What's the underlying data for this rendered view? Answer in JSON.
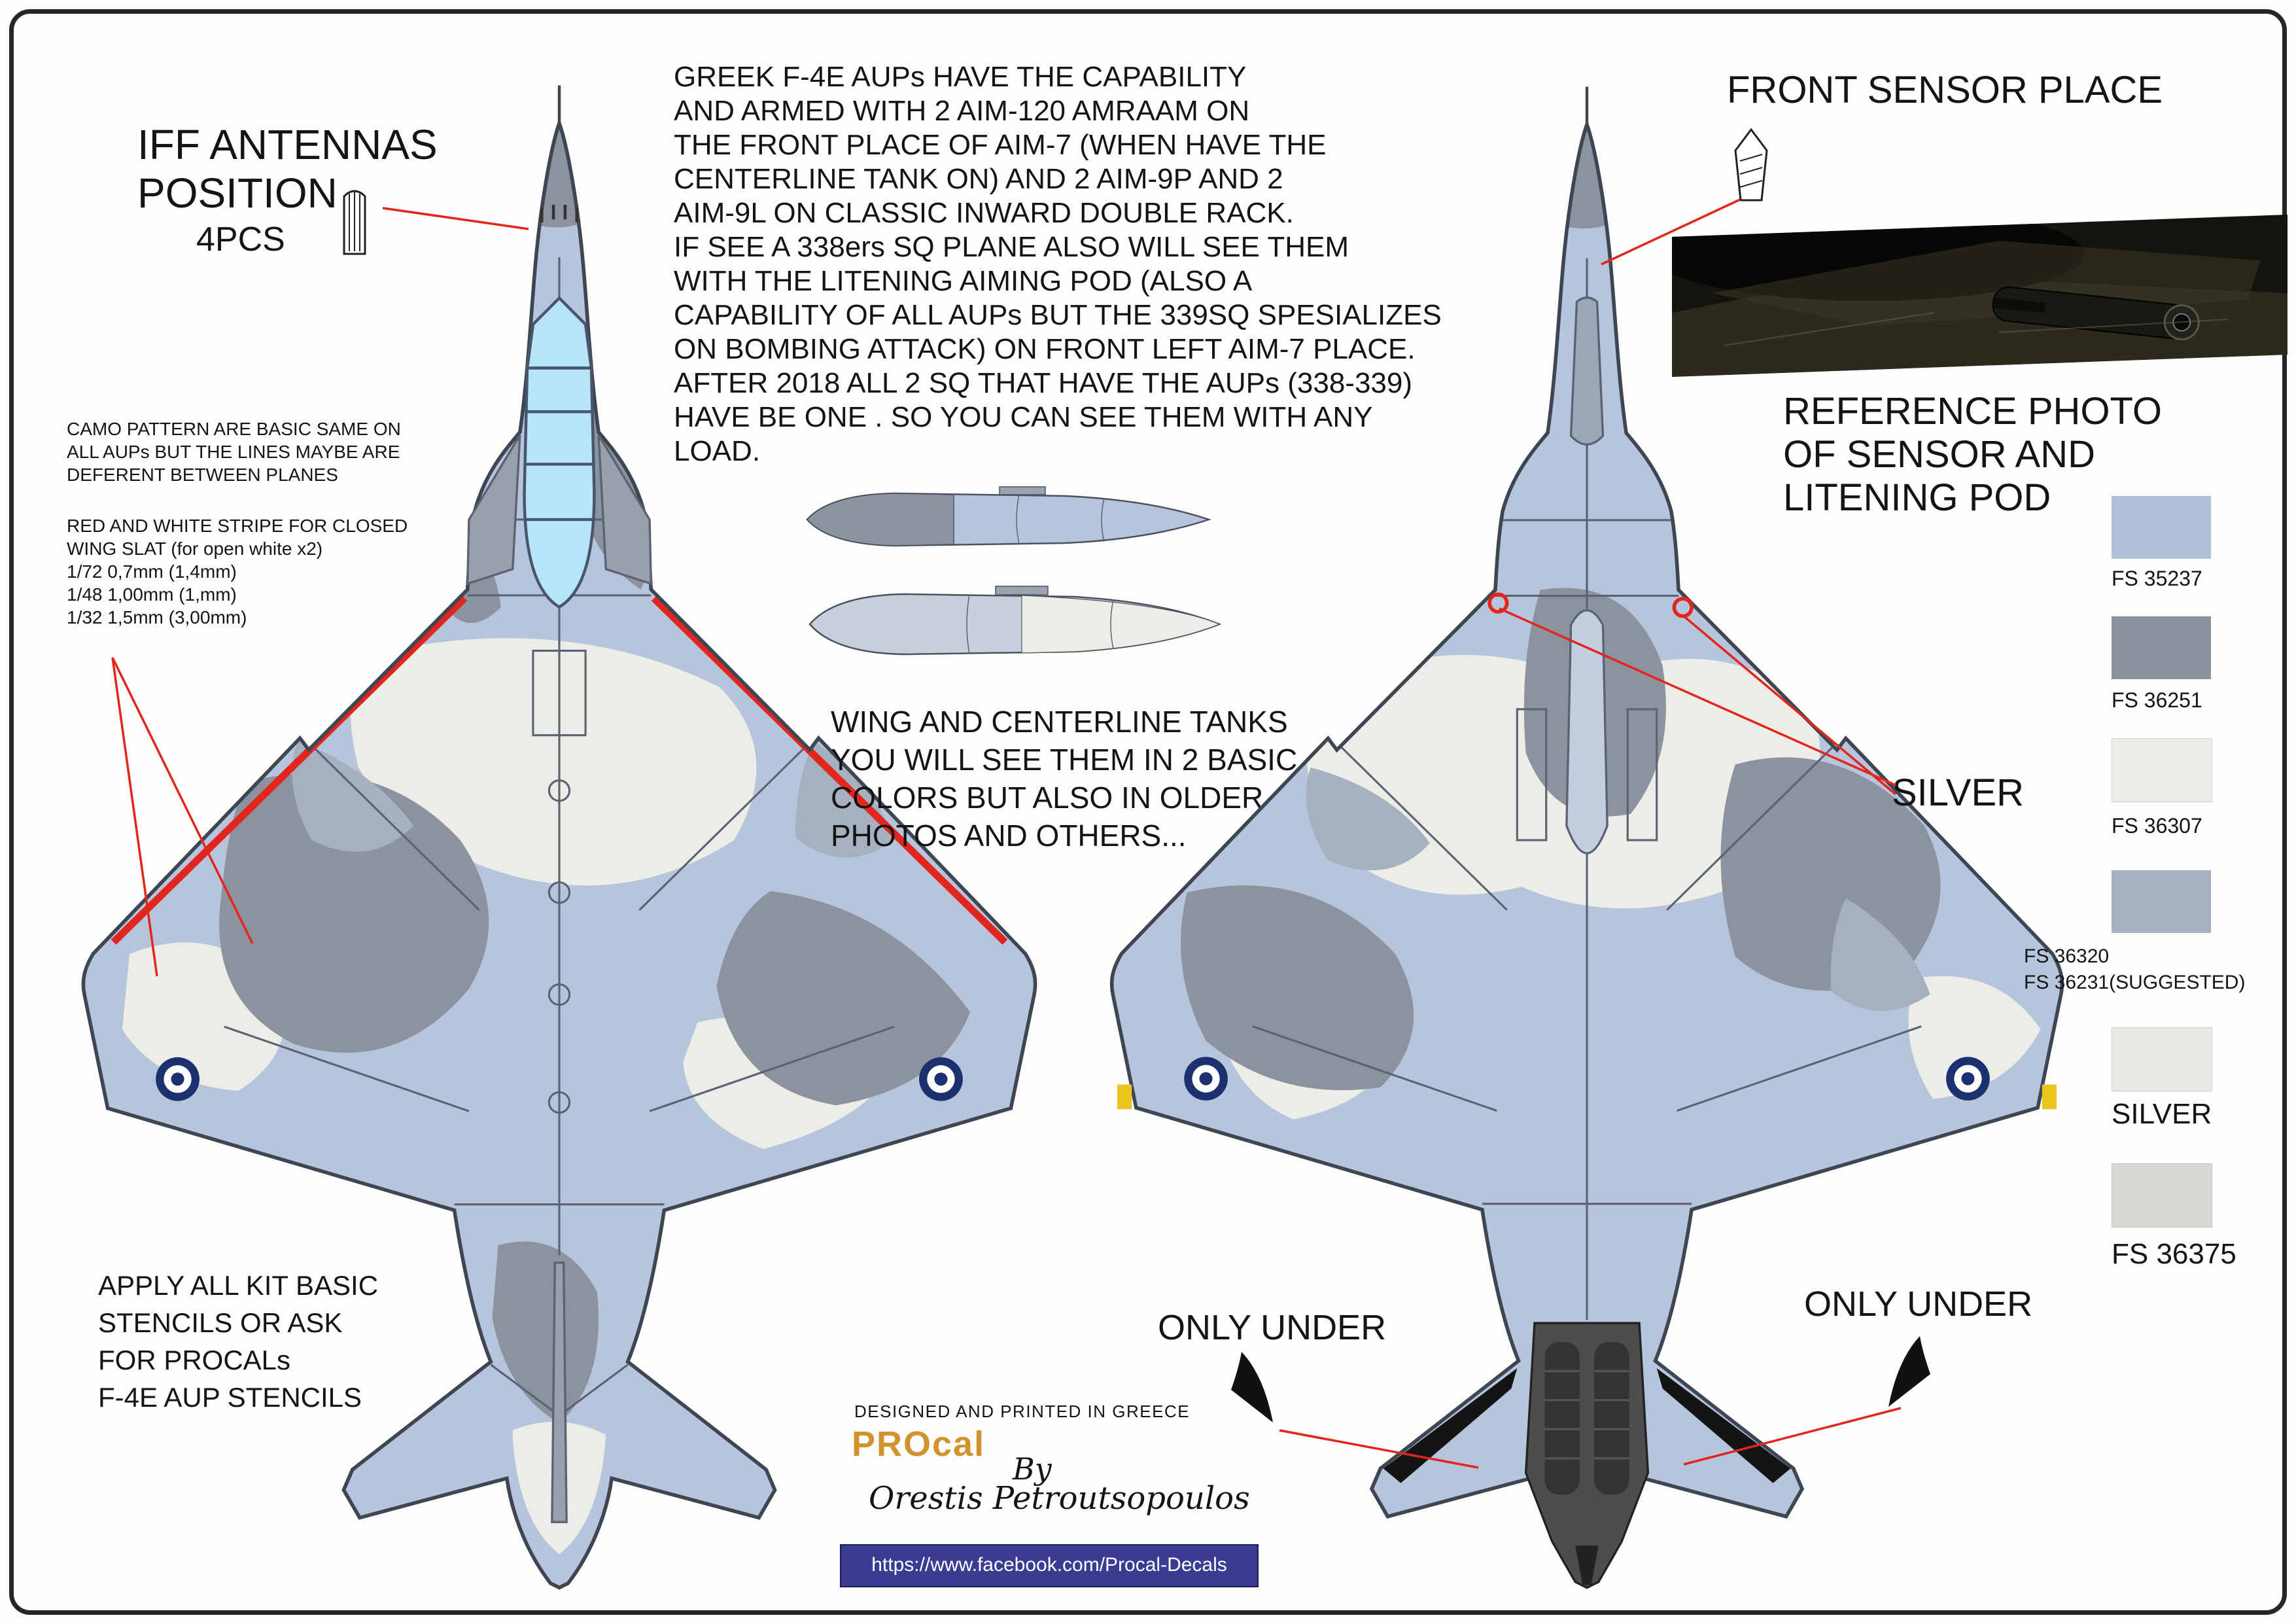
{
  "colors": {
    "fs35237": "#aec0da",
    "fs36251": "#8b929d",
    "fs36307": "#ecede6",
    "fs36320": "#a6b1bf",
    "silver": "#e9e9e6",
    "fs36375": "#d8d8d5",
    "annotation_red": "#e3261d",
    "roundel_blue": "#1c2f6e",
    "canopy_blue": "#b7e4f6",
    "banner_blue": "#3b3b91",
    "logo_orange": "#d2932e"
  },
  "left_panel": {
    "iff_title": "IFF ANTENNAS\nPOSITION",
    "iff_qty": "4PCS",
    "camo_note": "CAMO PATTERN ARE  BASIC SAME ON\nALL AUPs BUT THE LINES MAYBE ARE\nDEFERENT BETWEEN PLANES",
    "stripe_note": "RED AND WHITE STRIPE FOR CLOSED\nWING SLAT (for open white x2)\n1/72 0,7mm (1,4mm)\n1/48 1,00mm (1,mm)\n1/32 1,5mm (3,00mm)",
    "stencils_note": "APPLY ALL KIT BASIC\n STENCILS OR ASK\nFOR PROCALs\nF-4E AUP STENCILS"
  },
  "center": {
    "main_paragraph": "GREEK F-4E AUPs HAVE THE CAPABILITY\nAND ARMED WITH 2 AIM-120 AMRAAM ON\nTHE FRONT PLACE OF AIM-7 (WHEN HAVE THE\nCENTERLINE TANK ON) AND 2 AIM-9P AND 2\nAIM-9L ON CLASSIC INWARD DOUBLE RACK.\nIF SEE A 338ers SQ PLANE ALSO WILL SEE THEM\nWITH THE LITENING AIMING POD (ALSO A\nCAPABILITY OF ALL AUPs BUT THE 339SQ SPESIALIZES\nON BOMBING ATTACK) ON FRONT LEFT AIM-7 PLACE.\nAFTER 2018 ALL 2 SQ THAT HAVE THE AUPs (338-339)\nHAVE BE ONE . SO YOU CAN SEE THEM WITH ANY\nLOAD.",
    "tanks_note": "WING AND CENTERLINE TANKS\nYOU WILL SEE THEM IN 2 BASIC\nCOLORS BUT ALSO IN OLDER\nPHOTOS AND OTHERS..."
  },
  "right_panel": {
    "front_sensor_label": "FRONT SENSOR PLACE",
    "reference_photo_label": "REFERENCE PHOTO\nOF SENSOR AND\nLITENING POD",
    "silver_callout": "SILVER",
    "only_under_left": "ONLY UNDER",
    "only_under_right": "ONLY UNDER"
  },
  "swatches": [
    {
      "label": "FS 35237",
      "color": "#aec0da"
    },
    {
      "label": "FS 36251",
      "color": "#8b929d"
    },
    {
      "label": "FS 36307",
      "color": "#ecede6"
    },
    {
      "label": "FS 36320\nFS 36231(SUGGESTED)",
      "color": "#a6b1bf"
    },
    {
      "label": "SILVER",
      "color": "#e9e9e6"
    },
    {
      "label": "FS 36375",
      "color": "#d8d8d5"
    }
  ],
  "footer": {
    "made_in": "DESIGNED  AND  PRINTED  IN GREECE",
    "logo": "PROcal",
    "by": "By",
    "author": "Orestis Petroutsopoulos",
    "facebook_url": "https://www.facebook.com/Procal-Decals"
  }
}
